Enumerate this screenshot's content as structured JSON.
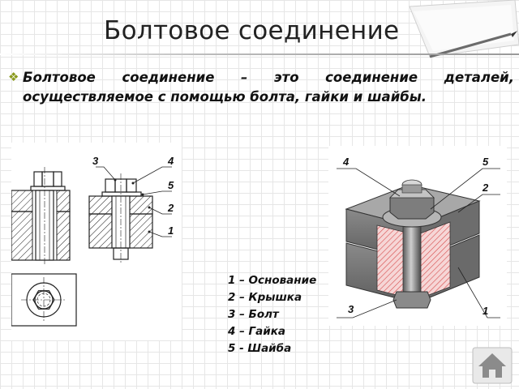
{
  "slide": {
    "title": "Болтовое соединение",
    "bullet_icon": "bullet-diamond-icon",
    "definition_term": "Болтовое соединение",
    "definition_rest": " – это соединение деталей, осуществляемое с помощью болта, гайки и шайбы."
  },
  "drawing_labels": {
    "d1": "1",
    "d2": "2",
    "d3": "3",
    "d4": "4",
    "d5": "5"
  },
  "legend": [
    "1 – Основание",
    "2 – Крышка",
    "3 – Болт",
    "4 – Гайка",
    "5 - Шайба"
  ],
  "iso_labels": {
    "d1": "1",
    "d2": "2",
    "d3": "3",
    "d4": "4",
    "d5": "5"
  },
  "nav": {
    "home_icon": "home-icon"
  },
  "colors": {
    "hatch_red": "#d64a4a",
    "bullet": "#8a9a1e"
  }
}
